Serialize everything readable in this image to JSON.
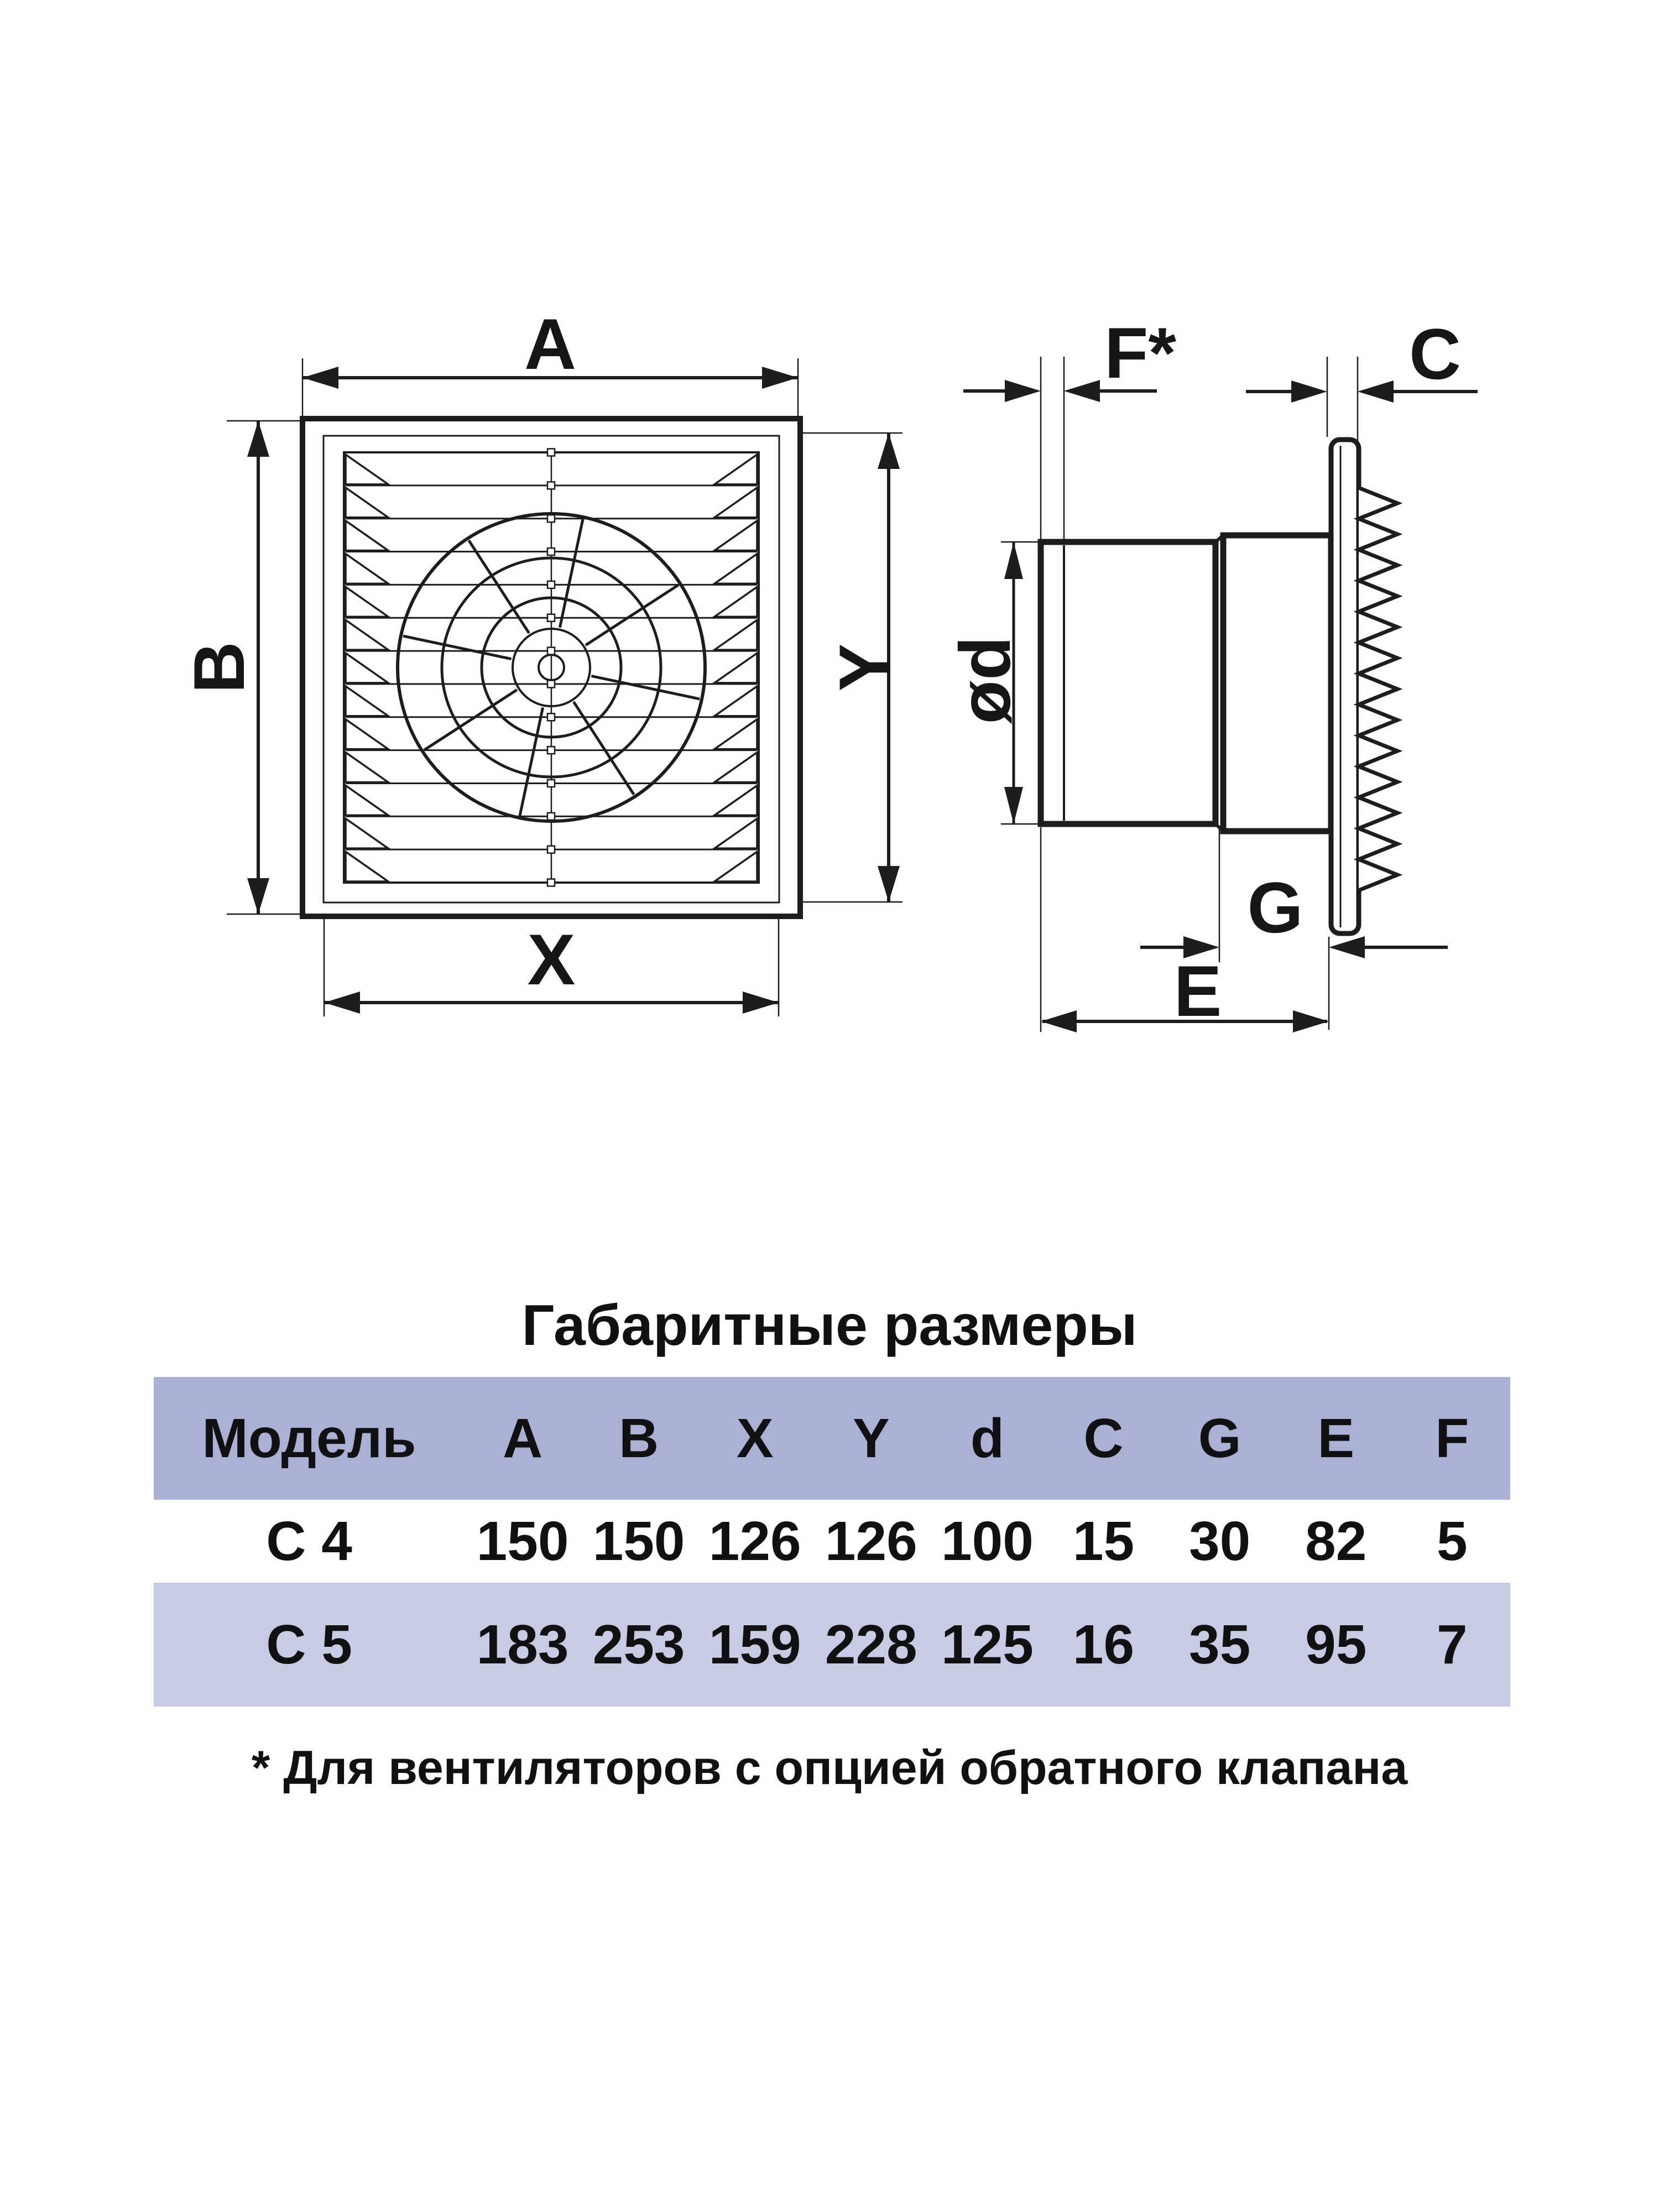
{
  "drawing": {
    "front_view_labels": {
      "width": "A",
      "height": "B",
      "inner_width": "X",
      "inner_height": "Y"
    },
    "side_view_labels": {
      "valve_thickness": "F*",
      "grille_thickness": "C",
      "duct_diameter": "ød",
      "body_depth": "G",
      "total_depth": "E"
    }
  },
  "dimensions_table": {
    "title": "Габаритные размеры",
    "columns": [
      "Модель",
      "A",
      "B",
      "X",
      "Y",
      "d",
      "C",
      "G",
      "E",
      "F"
    ],
    "rows": [
      {
        "model": "C 4",
        "values": [
          "150",
          "150",
          "126",
          "126",
          "100",
          "15",
          "30",
          "82",
          "5"
        ]
      },
      {
        "model": "C 5",
        "values": [
          "183",
          "253",
          "159",
          "228",
          "125",
          "16",
          "35",
          "95",
          "7"
        ]
      }
    ],
    "footnote": "* Для вентиляторов с опцией обратного клапана",
    "colors": {
      "header_bg": "#a9b1d4",
      "alt_row_bg": "#c7cce4",
      "line": "#1d1d1d",
      "text": "#111111"
    }
  }
}
